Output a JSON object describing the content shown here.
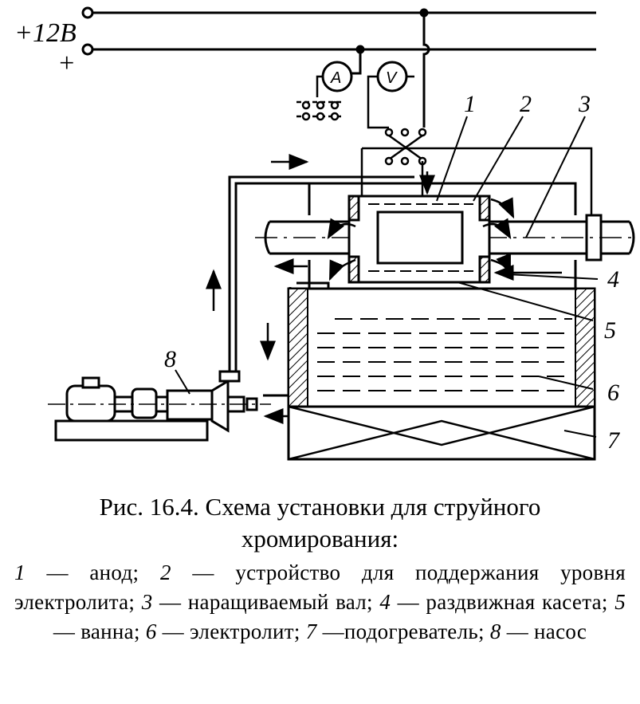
{
  "diagram": {
    "supply_label": "+12В",
    "plus_label": "+",
    "ammeter_label": "A",
    "voltmeter_label": "V",
    "callouts": [
      "1",
      "2",
      "3",
      "4",
      "5",
      "6",
      "7",
      "8"
    ]
  },
  "caption": {
    "title_line1": "Рис. 16.4. Схема установки для струйного",
    "title_line2": "хромирования:",
    "legend": [
      {
        "num": "1",
        "text": " — анод; "
      },
      {
        "num": "2",
        "text": " — устройство для поддержания уровня электролита; "
      },
      {
        "num": "3",
        "text": " — наращиваемый вал; "
      },
      {
        "num": "4",
        "text": " — раздвижная касета; "
      },
      {
        "num": "5",
        "text": " — ванна; "
      },
      {
        "num": "6",
        "text": " — электролит; "
      },
      {
        "num": "7",
        "text": " —подогреватель; "
      },
      {
        "num": "8",
        "text": " — насос"
      }
    ]
  }
}
